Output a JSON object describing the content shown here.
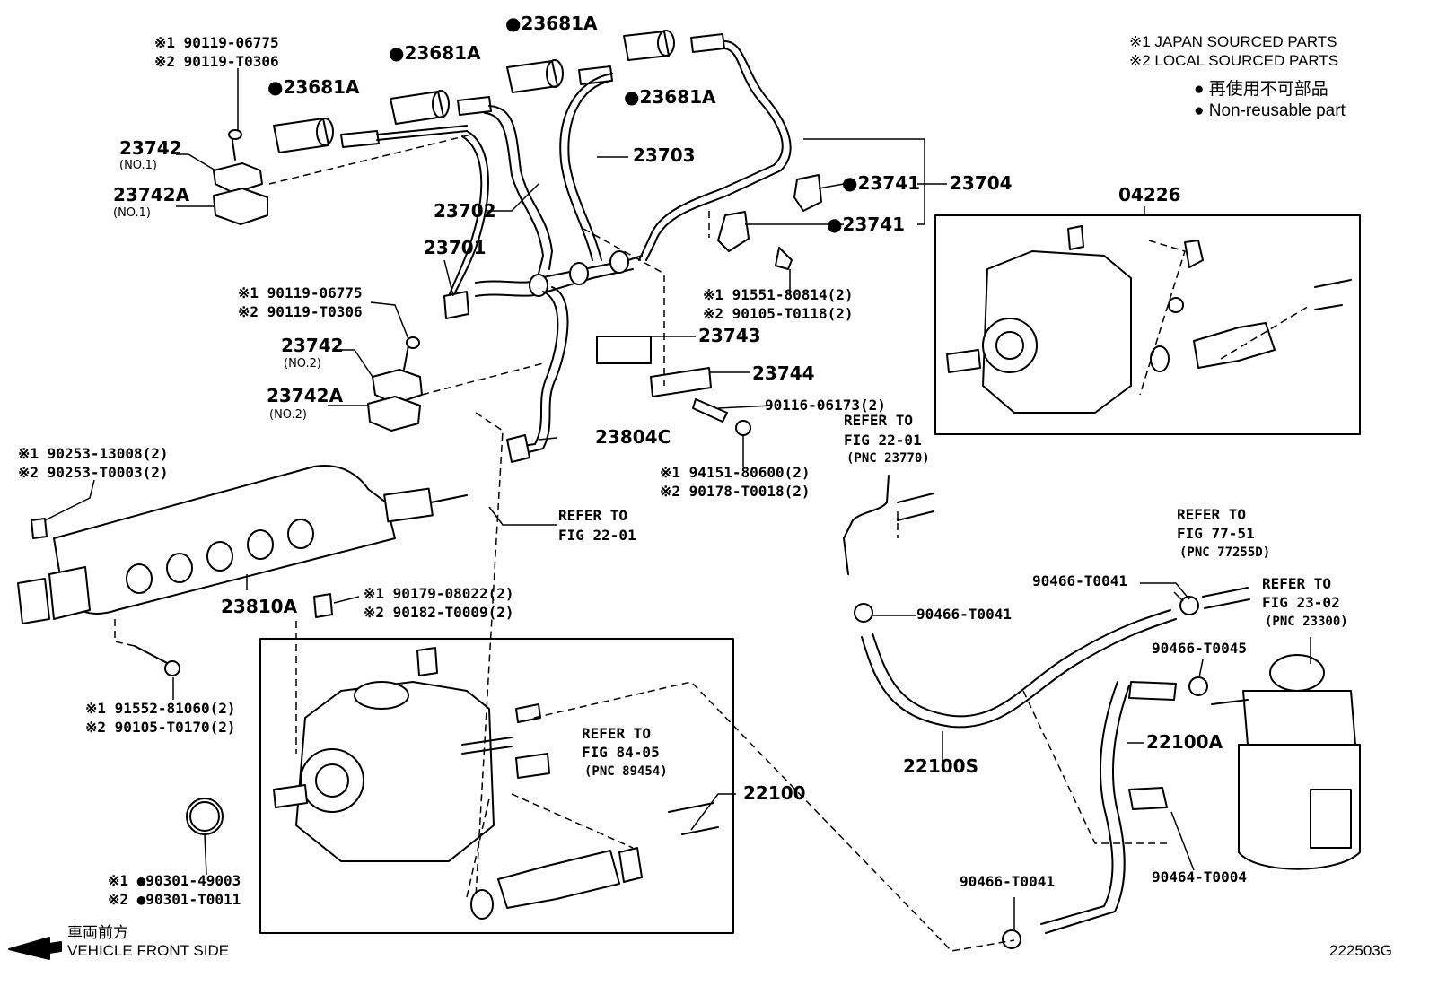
{
  "legend": {
    "japan": "※1 JAPAN SOURCED PARTS",
    "local": "※2 LOCAL SOURCED PARTS",
    "nonreusable_jp": "● 再使用不可部品",
    "nonreusable_en": "● Non-reusable part"
  },
  "footer": {
    "front_jp": "車両前方",
    "front_en": "VEHICLE FRONT SIDE",
    "code": "222503G"
  },
  "labels": {
    "p23681a_1": "●23681A",
    "p23681a_2": "●23681A",
    "p23681a_3": "●23681A",
    "p23681a_4": "●23681A",
    "bolt_top_1": "※1 90119-06775",
    "bolt_top_2": "※2 90119-T0306",
    "p23742_no1": "23742",
    "p23742_no1_sub": "(NO.1)",
    "p23742a_no1": "23742A",
    "p23742a_no1_sub": "(NO.1)",
    "p23703": "23703",
    "p23702": "23702",
    "p23701": "23701",
    "p23741_a": "●23741",
    "p23741_b": "●23741",
    "p23704": "23704",
    "p04226": "04226",
    "bolt_mid_1": "※1 90119-06775",
    "bolt_mid_2": "※2 90119-T0306",
    "bolt_r_1": "※1 91551-80814(2)",
    "bolt_r_2": "※2 90105-T0118(2)",
    "p23743": "23743",
    "p23742_no2": "23742",
    "p23742_no2_sub": "(NO.2)",
    "p23744": "23744",
    "p23742a_no2": "23742A",
    "p23742a_no2_sub": "(NO.2)",
    "stud": "90116-06173(2)",
    "refer_2201a_1": "REFER TO",
    "refer_2201a_2": "FIG 22-01",
    "refer_2201a_3": "(PNC 23770)",
    "p23804c": "23804C",
    "nut_1": "※1 94151-80600(2)",
    "nut_2": "※2 90178-T0018(2)",
    "plug_1": "※1 90253-13008(2)",
    "plug_2": "※2 90253-T0003(2)",
    "refer_2201b_1": "REFER TO",
    "refer_2201b_2": "FIG 22-01",
    "refer_7751_1": "REFER TO",
    "refer_7751_2": "FIG 77-51",
    "refer_7751_3": "(PNC 77255D)",
    "clamp_a": "90466-T0041",
    "refer_2302_1": "REFER TO",
    "refer_2302_2": "FIG 23-02",
    "refer_2302_3": "(PNC 23300)",
    "p23810a": "23810A",
    "cnut_1": "※1 90179-08022(2)",
    "cnut_2": "※2 90182-T0009(2)",
    "clamp_b": "90466-T0041",
    "clamp_c": "90466-T0045",
    "bolt_bot_1": "※1 91552-81060(2)",
    "bolt_bot_2": "※2 90105-T0170(2)",
    "refer_8405_1": "REFER TO",
    "refer_8405_2": "FIG 84-05",
    "refer_8405_3": "(PNC 89454)",
    "p22100a": "22100A",
    "p22100s": "22100S",
    "p22100": "22100",
    "oring_1": "※1 ●90301-49003",
    "oring_2": "※2 ●90301-T0011",
    "clamp_d": "90466-T0041",
    "p90464": "90464-T0004"
  }
}
